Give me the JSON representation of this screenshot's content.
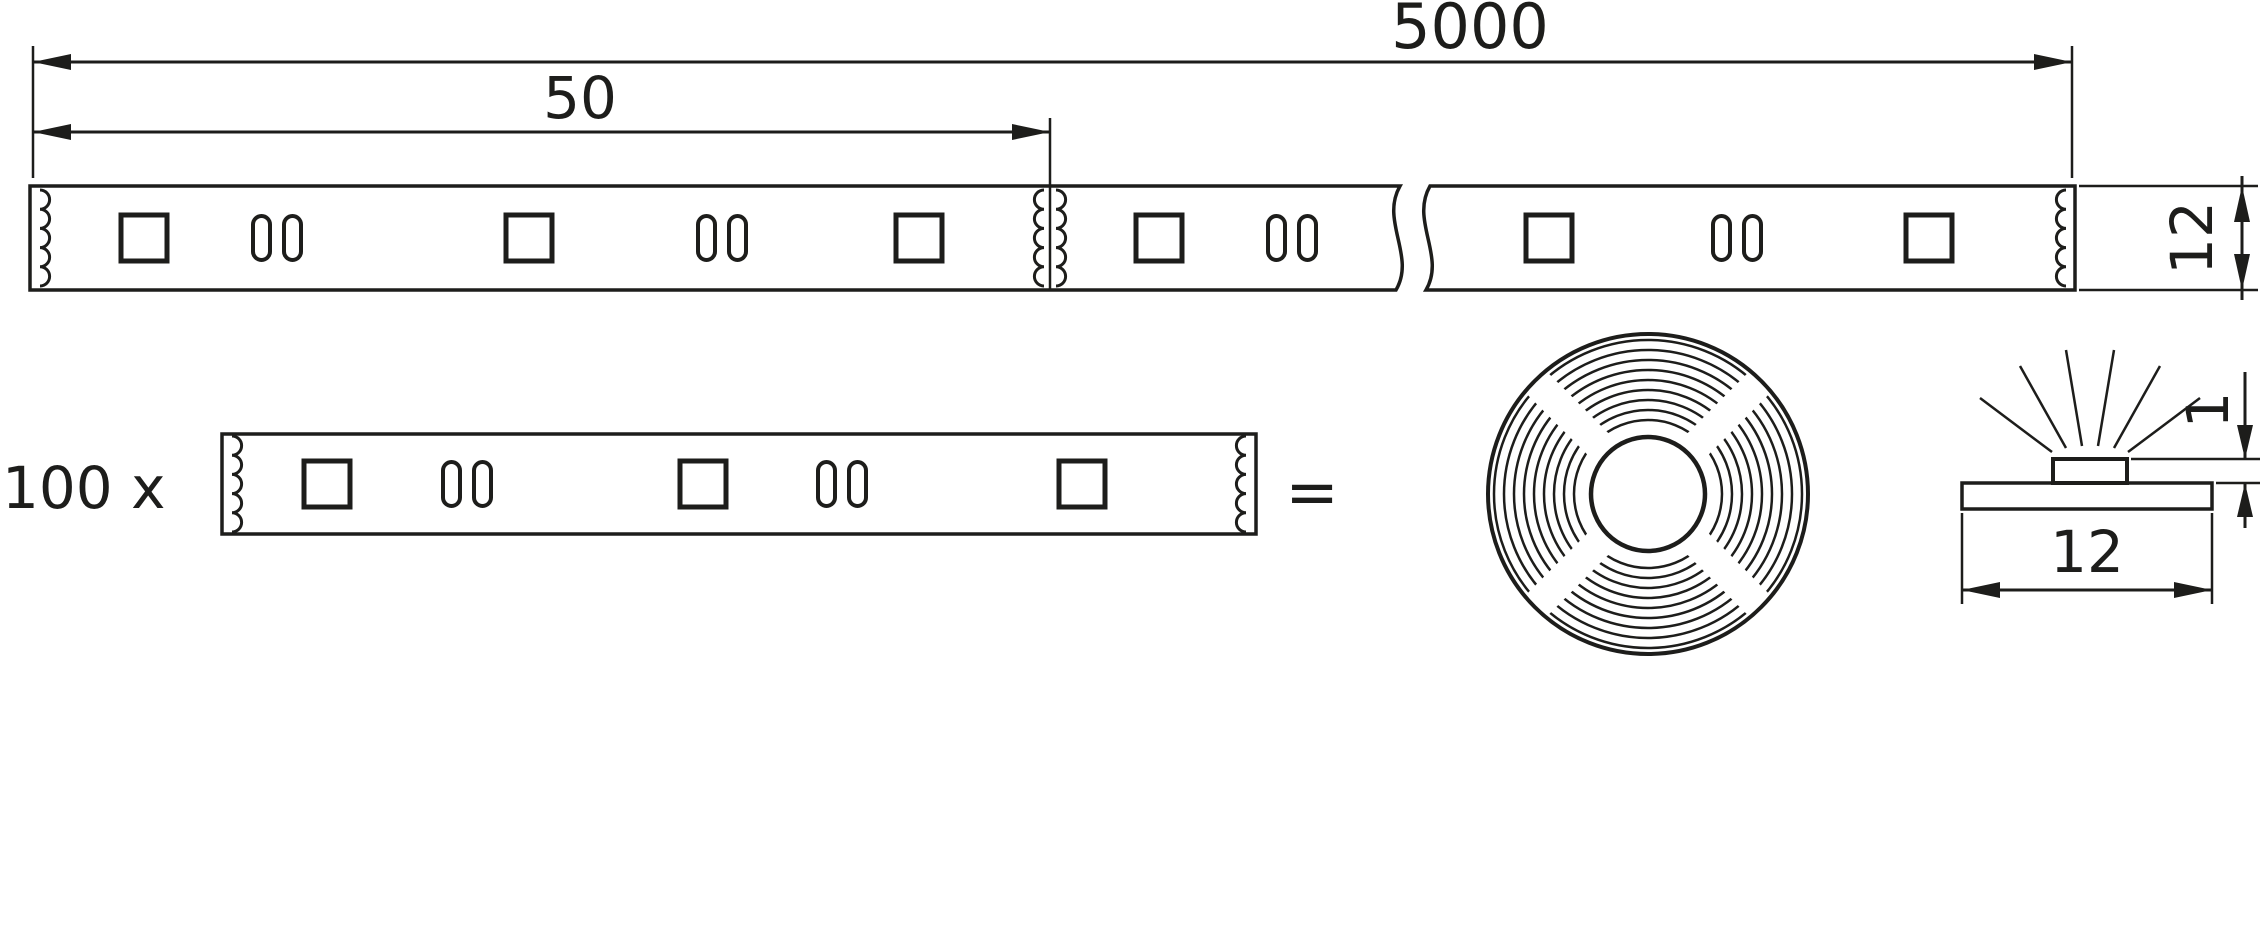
{
  "drawing": {
    "labels": {
      "total_length_mm": "5000",
      "segment_length_mm": "50",
      "strip_width_mm": "12",
      "segment_multiplier": "100 x",
      "equals_sign": "=",
      "led_height_mm": "1",
      "profile_width_mm": "12"
    },
    "colors": {
      "line": "#1d1d1b",
      "bg": "#ffffff"
    }
  }
}
